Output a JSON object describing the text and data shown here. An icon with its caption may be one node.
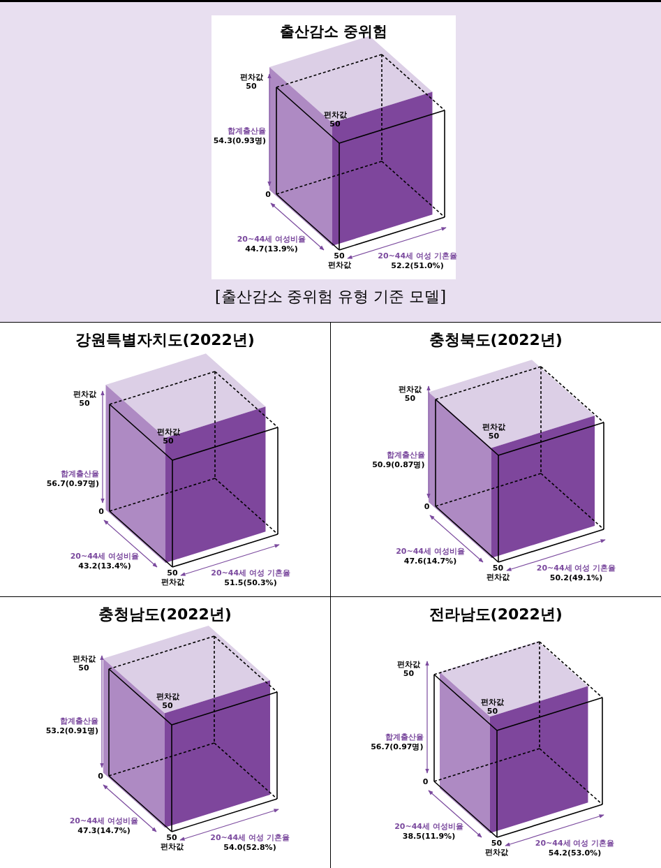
{
  "diagram": {
    "caption": "[출산감소 중위험 유형 기준 모델]",
    "nodes": [
      {
        "text": [
          "출산감소 중위험"
        ]
      },
      {
        "text": [
          "강원특별자치도(2022년)"
        ]
      },
      {
        "text": [
          "충청북도(2022년)"
        ]
      },
      {
        "text": [
          "충청남도(2022년)"
        ]
      },
      {
        "text": [
          "전라남도(2022년)"
        ]
      }
    ],
    "labels": [
      "편차값 50",
      "편차값 50",
      "합계출산율",
      "54.3(0.93명)",
      "0",
      "20~44세 여성비율",
      "44.7(13.9%)",
      "50 편차값",
      "20~44세 여성 기혼율",
      "52.2(51.0%)",
      "편차값 50",
      "편차값 50",
      "합계출산율",
      "56.7(0.97명)",
      "0",
      "20~44세 여성비율",
      "43.2(13.4%)",
      "50 편차값",
      "20~44세 여성 기혼율",
      "51.5(50.3%)",
      "편차값 50",
      "편차값 50",
      "합계출산율",
      "50.9(0.87명)",
      "0",
      "20~44세 여성비율",
      "47.6(14.7%)",
      "50 편차값",
      "20~44세 여성 기혼율",
      "50.2(49.1%)",
      "편차값 50",
      "편차값 50",
      "합계출산율",
      "53.2(0.91명)",
      "0",
      "20~44세 여성비율",
      "47.3(14.7%)",
      "50 편차값",
      "20~44세 여성 기혼율",
      "54.0(52.8%)",
      "편차값 50",
      "편차값 50",
      "합계출산율",
      "56.7(0.97명)",
      "0",
      "20~44세 여성비율",
      "38.5(11.9%)",
      "50 편차값",
      "20~44세 여성 기혼율",
      "54.2(53.0%)"
    ]
  }
}
